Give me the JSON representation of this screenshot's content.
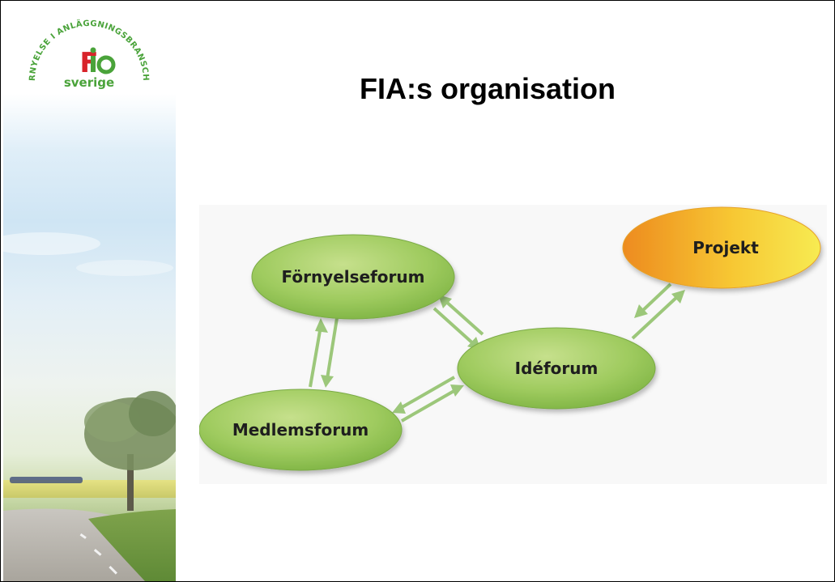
{
  "slide": {
    "title": "FIA:s organisation"
  },
  "logo": {
    "arc_text": "FÖRNYELSE I ANLÄGGNINGSBRANSCHEN",
    "brand": "Fia",
    "country": "sverige",
    "colors": {
      "red": "#d8232a",
      "green": "#4aa33a"
    }
  },
  "diagram": {
    "nodes": [
      {
        "id": "fornyelseforum",
        "label": "Förnyelseforum",
        "color": "#8fc151"
      },
      {
        "id": "ideforum",
        "label": "Idéforum",
        "color": "#8fc151"
      },
      {
        "id": "medlemsforum",
        "label": "Medlemsforum",
        "color": "#8fc151"
      },
      {
        "id": "projekt",
        "label": "Projekt",
        "color": "#f5b324"
      }
    ],
    "edges": [
      {
        "from": "fornyelseforum",
        "to": "medlemsforum",
        "direction": "bidirectional"
      },
      {
        "from": "fornyelseforum",
        "to": "ideforum",
        "direction": "bidirectional"
      },
      {
        "from": "medlemsforum",
        "to": "ideforum",
        "direction": "bidirectional"
      },
      {
        "from": "ideforum",
        "to": "projekt",
        "direction": "bidirectional"
      }
    ],
    "arrow_color": "#9cc77a"
  }
}
